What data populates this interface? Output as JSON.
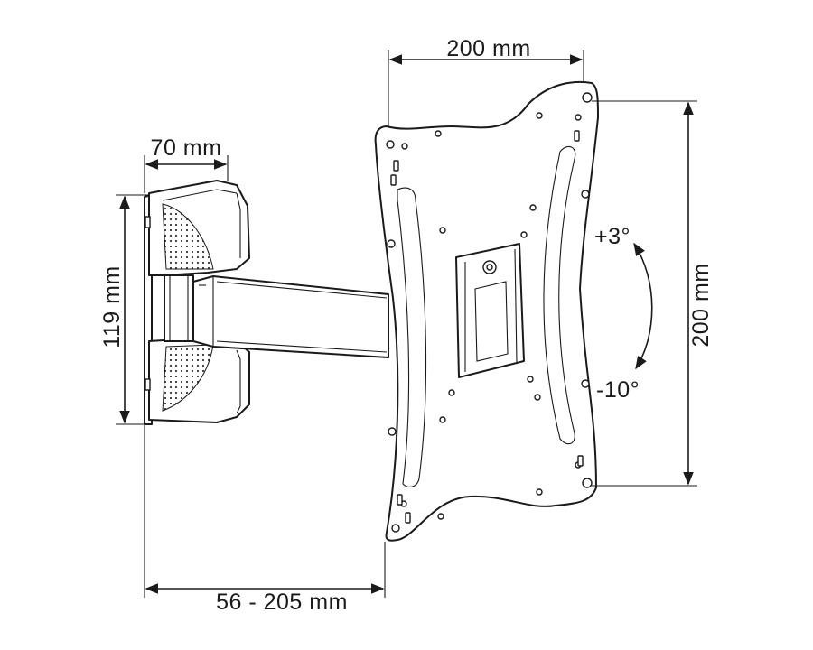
{
  "dimensions": {
    "wall_plate_width": "70 mm",
    "wall_plate_height": "119 mm",
    "vesa_width": "200 mm",
    "vesa_height": "200 mm",
    "extension_range": "56 - 205 mm"
  },
  "tilt": {
    "up": "+3°",
    "down": "-10°"
  },
  "colors": {
    "line": "#1a1a1a",
    "background": "#ffffff",
    "mesh": "#333333"
  }
}
